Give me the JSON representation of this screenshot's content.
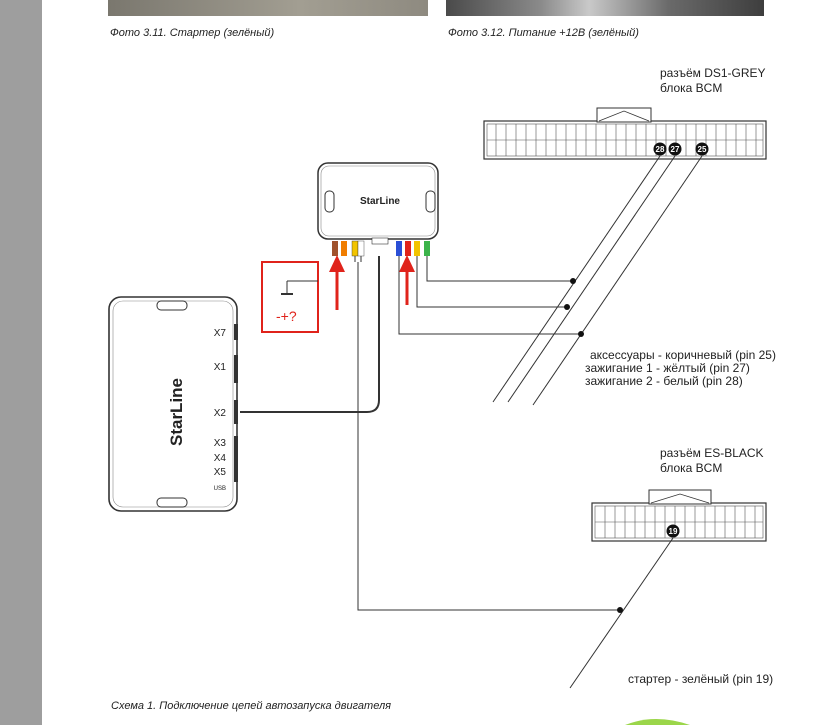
{
  "captions": {
    "photo_3_11": "Фото 3.11. Стартер (зелёный)",
    "photo_3_12": "Фото 3.12. Питание +12В (зелёный)",
    "scheme_1": "Схема 1.  Подключение цепей автозапуска двигателя"
  },
  "connector_ds1": {
    "line1": "разъём  DS1-GREY",
    "line2": "блока BCM",
    "pins": [
      "28",
      "27",
      "25"
    ]
  },
  "connector_es": {
    "line1": "разъём  ES-BLACK",
    "line2": "блока BCM",
    "pins": [
      "19"
    ]
  },
  "wire_labels": {
    "accessories": "аксессуары - коричневый (pin 25)",
    "ignition1": "зажигание 1 - жёлтый (pin 27)",
    "ignition2": "зажигание 2 - белый (pin 28)",
    "starter": "стартер - зелёный (pin 19)"
  },
  "main_unit": {
    "logo": "StarLine",
    "ports": [
      "X7",
      "X1",
      "X2",
      "X3",
      "X4",
      "X5",
      "USB"
    ]
  },
  "relay_module": {
    "logo": "StarLine"
  },
  "annotation": {
    "text": "-+?"
  },
  "colors": {
    "red_annotation": "#e0231b",
    "wire_brown": "#a0522d",
    "wire_orange": "#f07d00",
    "wire_yellow": "#f2c400",
    "wire_blue": "#2a4fd6",
    "wire_red": "#e0231b",
    "wire_green": "#3bb34a",
    "sidebar_gray": "#9e9e9e"
  }
}
